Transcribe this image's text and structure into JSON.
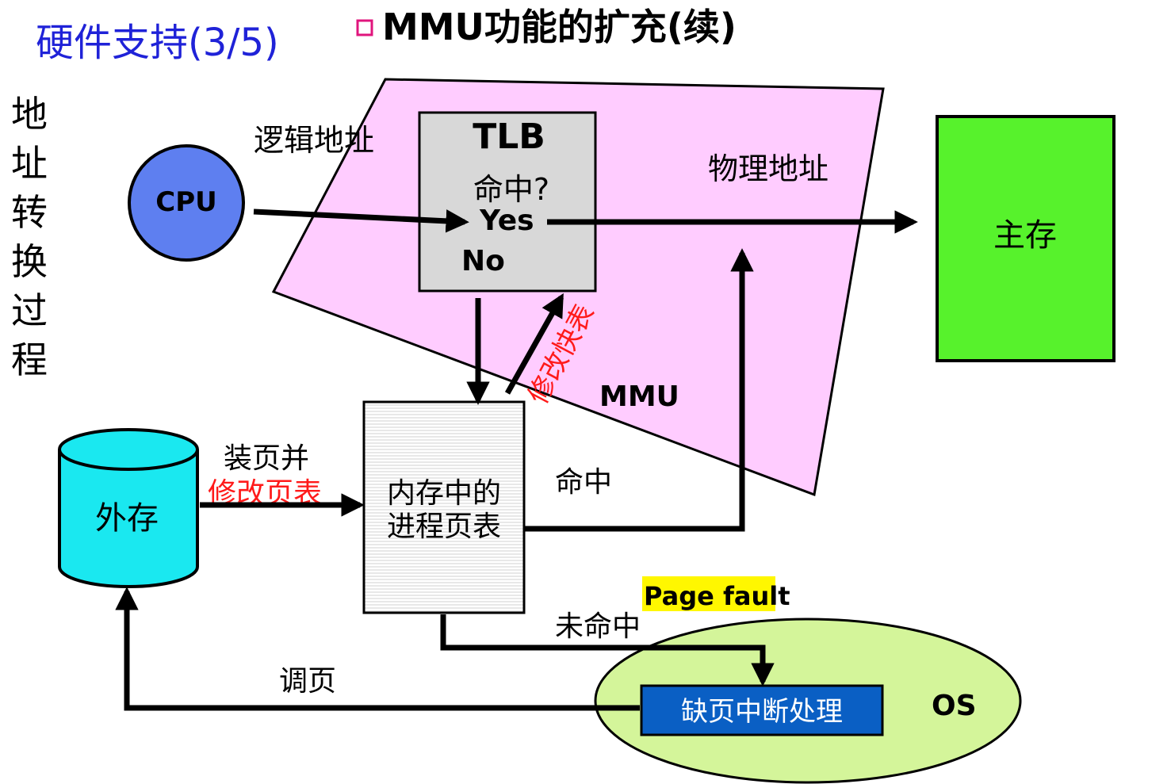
{
  "header": {
    "main_title": "硬件支持(3/5)",
    "sub_title": "MMU功能的扩充(续)"
  },
  "side_label": [
    "地",
    "址",
    "转",
    "换",
    "过",
    "程"
  ],
  "nodes": {
    "cpu": "CPU",
    "tlb_title": "TLB",
    "tlb_hit_question": "命中?",
    "tlb_yes": "Yes",
    "tlb_no": "No",
    "mmu": "MMU",
    "main_memory": "主存",
    "external_storage": "外存",
    "page_table_line1": "内存中的",
    "page_table_line2": "进程页表",
    "os": "OS",
    "page_fault_handler": "缺页中断处理"
  },
  "edge_labels": {
    "logical_address": "逻辑地址",
    "physical_address": "物理地址",
    "modify_tlb": "修改快表",
    "load_page_line1": "装页并",
    "load_page_line2": "修改页表",
    "hit": "命中",
    "miss": "未命中",
    "page_fault": "Page fault",
    "page_in": "调页"
  },
  "colors": {
    "title_blue": "#1f22d8",
    "mmu_fill": "#ffccff",
    "cpu_fill": "#5e7ff0",
    "tlb_fill": "#d8d8d8",
    "main_memory_fill": "#57f22c",
    "external_storage_fill": "#1ae8f0",
    "os_fill": "#d4f59a",
    "handler_fill": "#0a5fc4",
    "page_fault_highlight": "#fff700",
    "annotation_red": "#ff1a1a"
  }
}
